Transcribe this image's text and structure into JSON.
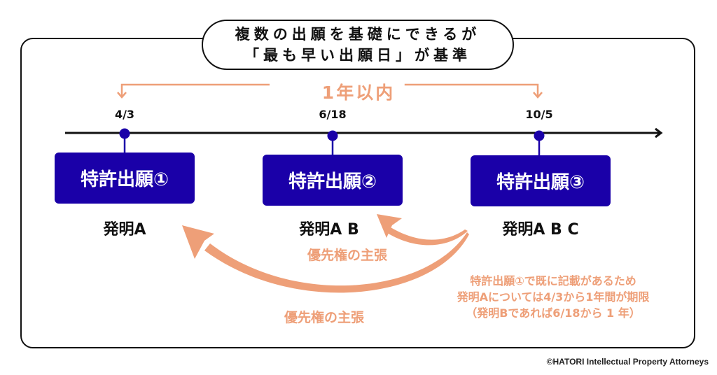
{
  "title": {
    "line1": "複数の出願を基礎にできるが",
    "line2": "「最も早い出願日」が基準"
  },
  "period_label": "1年以内",
  "timeline": {
    "dates": [
      "4/3",
      "6/18",
      "10/5"
    ]
  },
  "applications": [
    {
      "label": "特許出願①",
      "invention": "発明A"
    },
    {
      "label": "特許出願②",
      "invention": "発明A B"
    },
    {
      "label": "特許出願③",
      "invention": "発明A B C"
    }
  ],
  "priority_claims": [
    {
      "label": "優先権の主張",
      "from": "特許出願③",
      "to": "特許出願②"
    },
    {
      "label": "優先権の主張",
      "from": "特許出願③",
      "to": "特許出願①"
    }
  ],
  "note": {
    "lines": [
      "特許出願①で既に記載があるため",
      "発明Aについては4/3から1年間が期限",
      "（発明Bであれば6/18から 1 年）"
    ]
  },
  "copyright": "©HATORI Intellectual Property Attorneys",
  "colors": {
    "box_fill": "#1A00A8",
    "accent_orange": "#EE9F78",
    "line": "#111111"
  }
}
